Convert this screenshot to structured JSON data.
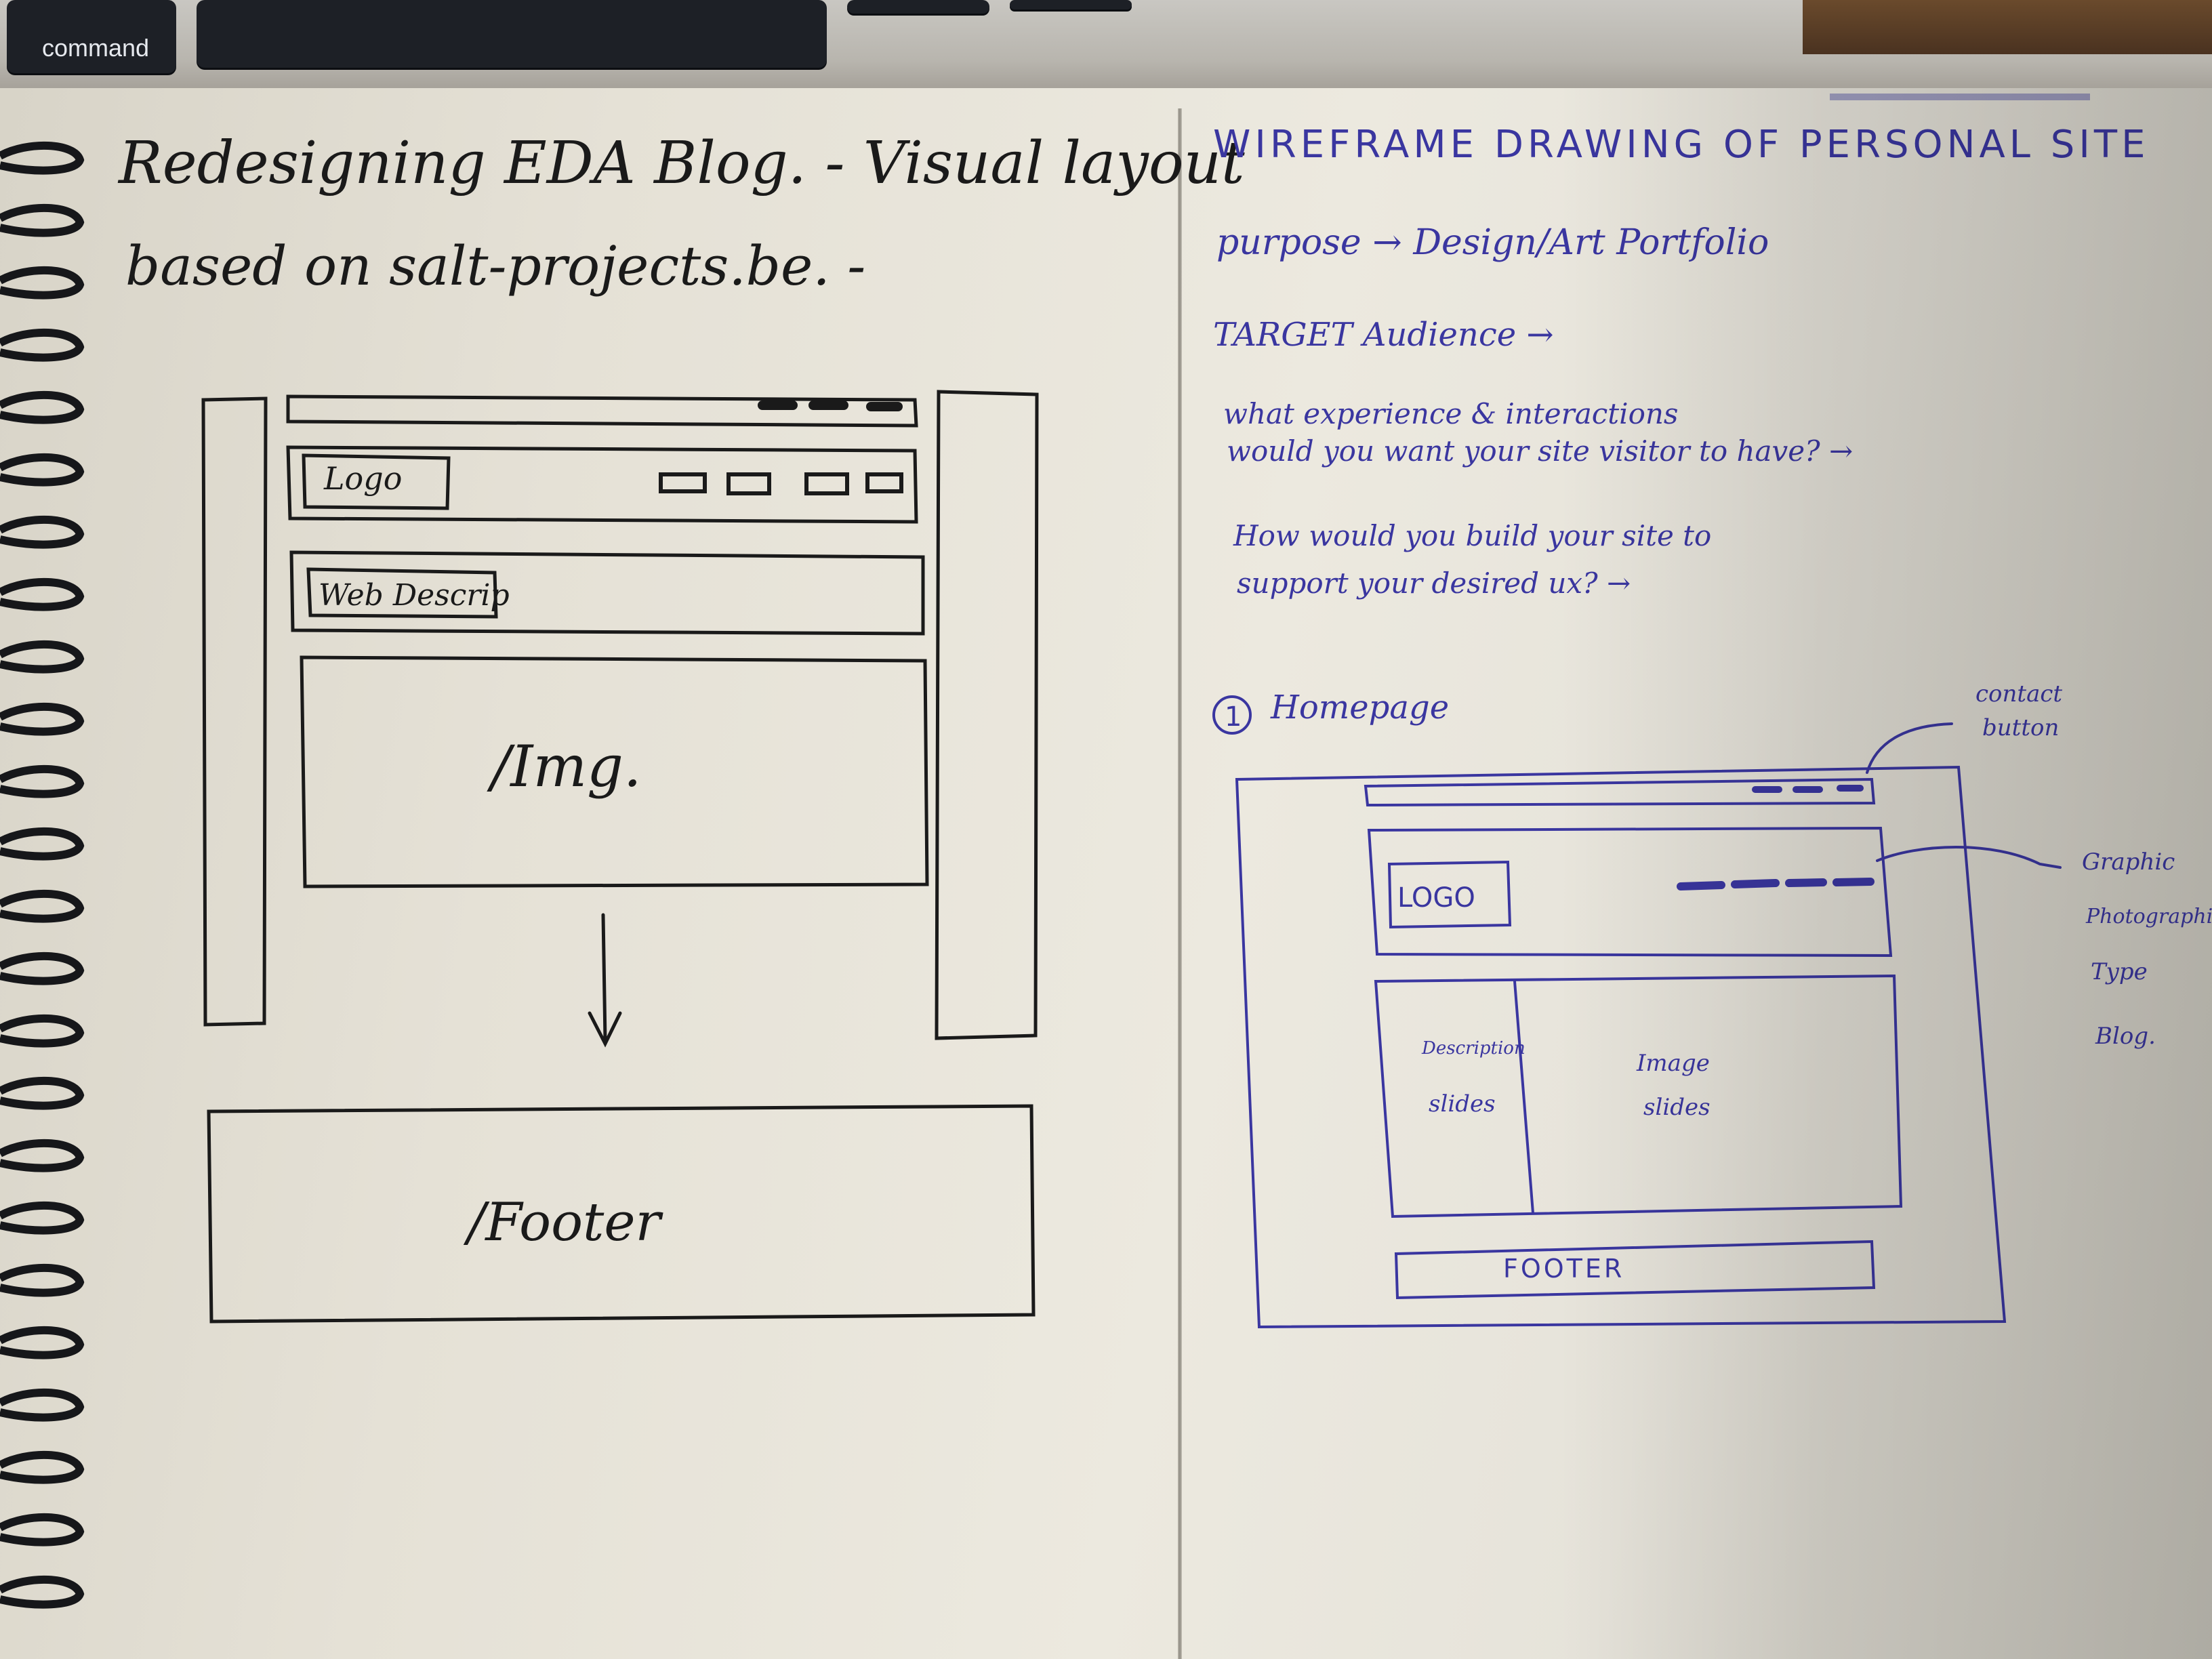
{
  "keyboard": {
    "command_key_label": "command"
  },
  "left_page": {
    "title_line_1": "Redesigning EDA Blog. - Visual layout",
    "title_line_2": "based on salt-projects.be. -",
    "sketch": {
      "logo_label": "Logo",
      "web_description_label": "Web Descrip",
      "image_label": "/Img.",
      "footer_label": "/Footer"
    }
  },
  "right_page": {
    "heading": "WIREFRAME DRAWING OF PERSONAL SITE",
    "purpose_line": "purpose → Design/Art Portfolio",
    "target_audience_line": "TARGET Audience →",
    "question_1_line_1": "what experience & interactions",
    "question_1_line_2": "would you want your site visitor to have? →",
    "question_2_line_1": "How would you build your site to",
    "question_2_line_2": "support your desired ux? →",
    "homepage_number": "1",
    "homepage_title": "Homepage",
    "contact_note_line_1": "contact",
    "contact_note_line_2": "button",
    "nav_items": [
      "Graphic",
      "Photographic",
      "Type",
      "Blog."
    ],
    "wireframe": {
      "logo_label": "LOGO",
      "description_label_1": "Description",
      "description_label_2": "slides",
      "image_label_1": "Image",
      "image_label_2": "slides",
      "footer_label": "FOOTER"
    }
  },
  "colors": {
    "paper": "#e9e6dc",
    "pen_black": "#1a1a1a",
    "pen_blue": "#3a36a0",
    "keyboard_key": "#1d2026"
  }
}
